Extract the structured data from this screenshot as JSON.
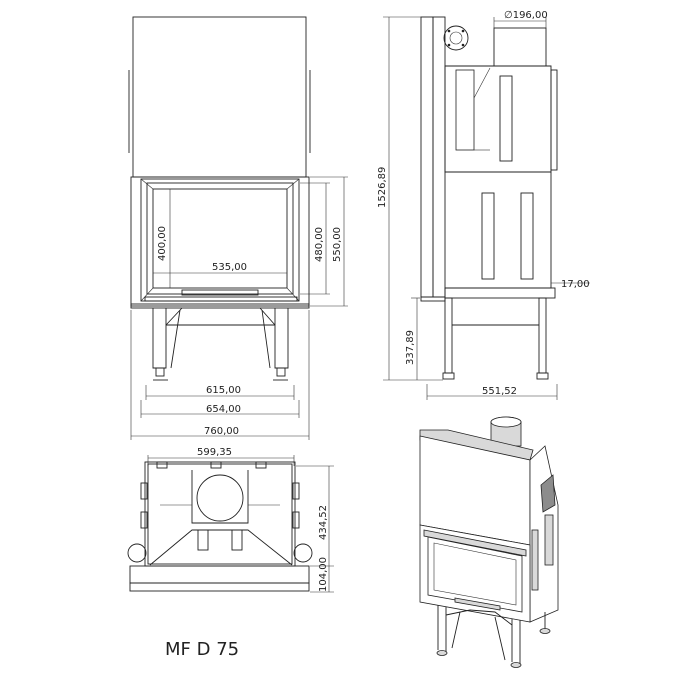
{
  "model": "MF D 75",
  "front_view": {
    "dims": {
      "opening_height": "400,00",
      "opening_width": "535,00",
      "inner_height": "480,00",
      "outer_height": "550,00",
      "width_615": "615,00",
      "width_654": "654,00",
      "width_760": "760,00"
    }
  },
  "side_view": {
    "dims": {
      "flue_diameter": "∅196,00",
      "total_height": "1526,89",
      "leg_height": "337,89",
      "depth": "551,52",
      "offset": "17,00"
    }
  },
  "top_view": {
    "dims": {
      "width": "599,35",
      "depth": "434,52",
      "front": "104,00"
    }
  }
}
